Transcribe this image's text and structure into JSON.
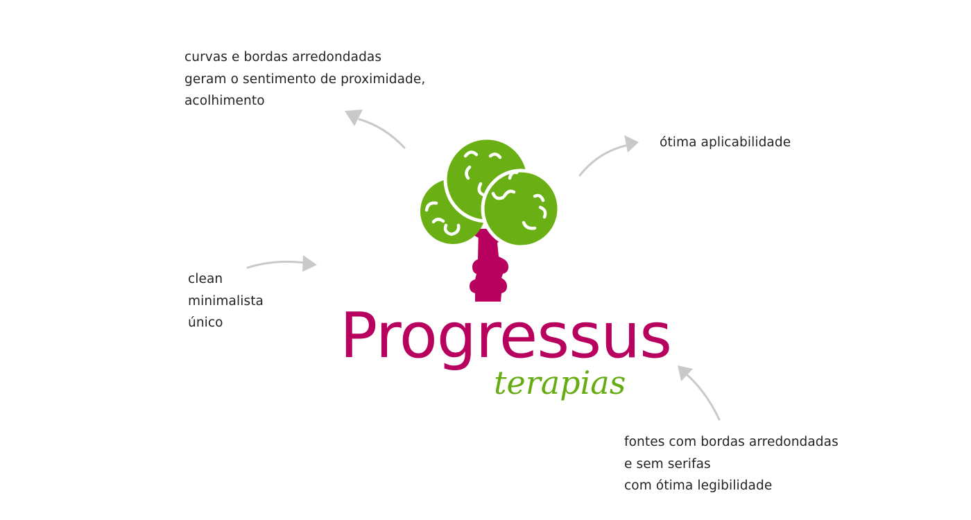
{
  "annotations": {
    "curvas": [
      "curvas e bordas arredondadas",
      "geram o sentimento de proximidade,",
      "acolhimento"
    ],
    "aplicabilidade": [
      "ótima aplicabilidade"
    ],
    "clean": [
      "clean",
      "minimalista",
      "único"
    ],
    "fontes": [
      "fontes  com bordas arredondadas",
      "e sem serifas",
      "com ótima legibilidade"
    ]
  },
  "logo": {
    "name": "Progressus",
    "subtitle": "terapias",
    "icon": "tree-icon"
  },
  "colors": {
    "brand_magenta": "#b8005e",
    "brand_green": "#66ac12",
    "arrow_gray": "#c9c9c9",
    "text": "#222222"
  }
}
